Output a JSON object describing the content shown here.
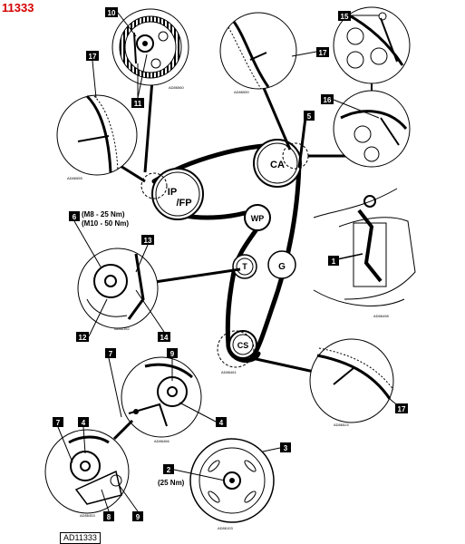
{
  "diagram": {
    "ref_number": "11333",
    "footer_code": "AD11333",
    "pulleys": {
      "camshaft": "CA",
      "injection_pump": "IP",
      "injection_pump_sub": "/FP",
      "water_pump": "WP",
      "tensioner": "T",
      "guide": "G",
      "crankshaft": "CS"
    },
    "callouts": {
      "n1": "1",
      "n2": "2",
      "n3": "3",
      "n4": "4",
      "n4b": "4",
      "n5": "5",
      "n6": "6",
      "n7": "7",
      "n7b": "7",
      "n8": "8",
      "n9": "9",
      "n9b": "9",
      "n10": "10",
      "n11": "11",
      "n12": "12",
      "n13": "13",
      "n14": "14",
      "n15": "15",
      "n16": "16",
      "n17a": "17",
      "n17b": "17",
      "n17c": "17"
    },
    "torques": {
      "m8": "(M8 - 25 Nm)",
      "m10": "(M10 - 50 Nm)",
      "crank": "(25 Nm)"
    },
    "image_codes": {
      "c1": "AD86560",
      "c2": "AD86550",
      "c3": "AD86555",
      "c4": "AD86152",
      "c5": "AD86461",
      "c6": "AD86498",
      "c7": "AD86466",
      "c8": "AD86524",
      "c9": "AD86453",
      "c10": "AD86103"
    }
  }
}
